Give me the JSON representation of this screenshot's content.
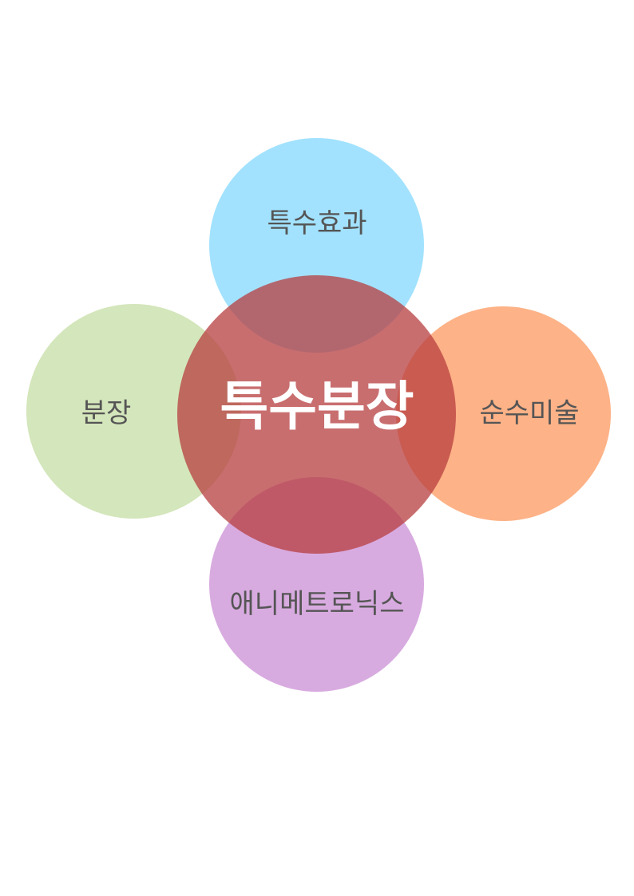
{
  "center": {
    "label": "특수분장",
    "color": "#b73d3f",
    "opacity": 0.75
  },
  "satellites": {
    "top": {
      "label": "특수효과",
      "color": "#a2e2fe"
    },
    "left": {
      "label": "분장",
      "color": "#d4e6bb"
    },
    "right": {
      "label": "순수미술",
      "color": "#fdb287"
    },
    "bottom": {
      "label": "애니메트로닉스",
      "color": "#d8abe0"
    }
  }
}
